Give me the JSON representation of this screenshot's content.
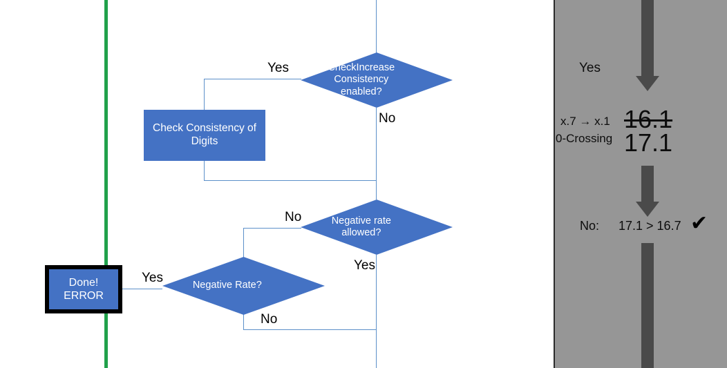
{
  "colors": {
    "shape_fill": "#4472c4",
    "connector": "#5b8fc9",
    "green_divider": "#21a14b",
    "panel_bg": "#969696",
    "arrow": "#4a4a4a",
    "text_on_shape": "#ffffff",
    "text_dark": "#0d0d0d"
  },
  "flowchart": {
    "decision_check_increase": {
      "line1": "CheckIncrease",
      "line2": "Consistency",
      "line3": "enabled?"
    },
    "process_check_consistency": {
      "line1": "Check Consistency",
      "line2": "of Digits"
    },
    "decision_negative_rate_allowed": {
      "line1": "Negative rate",
      "line2": "allowed?"
    },
    "decision_negative_rate": {
      "line1": "Negative Rate?"
    },
    "terminator_done_error": {
      "line1": "Done!",
      "line2": "ERROR"
    },
    "labels": {
      "check_increase_yes": "Yes",
      "check_increase_no": "No",
      "negative_allowed_no": "No",
      "negative_allowed_yes": "Yes",
      "negative_rate_yes": "Yes",
      "negative_rate_no": "No"
    }
  },
  "panel": {
    "yes_label": "Yes",
    "annotation_line1": "x.7 → x.1",
    "annotation_line2": "0-Crossing",
    "value_struck": "16.1",
    "value_current": "17.1",
    "comparison_prefix": "No:",
    "comparison_expression": "17.1 > 16.7",
    "check_glyph": "✔"
  }
}
